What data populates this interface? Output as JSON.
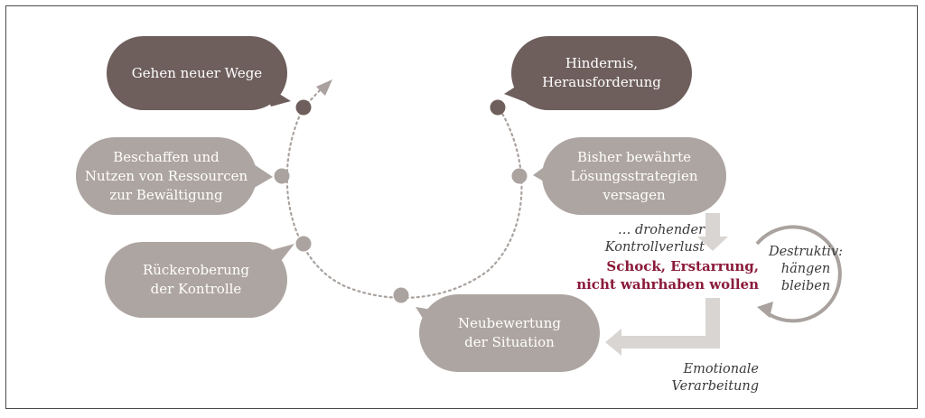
{
  "colors": {
    "dark_bubble": "#6e5f5c",
    "light_bubble": "#ada5a1",
    "dot_light": "#aba39f",
    "dot_dark": "#6e5f5c",
    "arrow_fill": "#d9d5d2",
    "circle_arrow": "#a9a29e",
    "shock_text": "#8b1a3a",
    "frame": "#4a4a4a"
  },
  "bubbles": {
    "gehen": [
      "Gehen neuer Wege"
    ],
    "beschaffen": [
      "Beschaffen und",
      "Nutzen von Ressourcen",
      "zur Bewältigung"
    ],
    "rueckeroberung": [
      "Rückeroberung",
      "der Kontrolle"
    ],
    "neubewertung": [
      "Neubewertung",
      "der Situation"
    ],
    "hindernis": [
      "Hindernis,",
      "Herausforderung"
    ],
    "bisher": [
      "Bisher bewährte",
      "Lösungsstrategien",
      "versagen"
    ]
  },
  "labels": {
    "kontrollverlust": "… drohender Kontrollverlust",
    "emotionale": "Emotionale Verarbeitung",
    "shock_line1": "Schock, Erstarrung,",
    "shock_line2": "nicht wahrhaben wollen",
    "destruktiv_line1": "Destruktiv:",
    "destruktiv_line2": "hängen",
    "destruktiv_line3": "bleiben"
  }
}
